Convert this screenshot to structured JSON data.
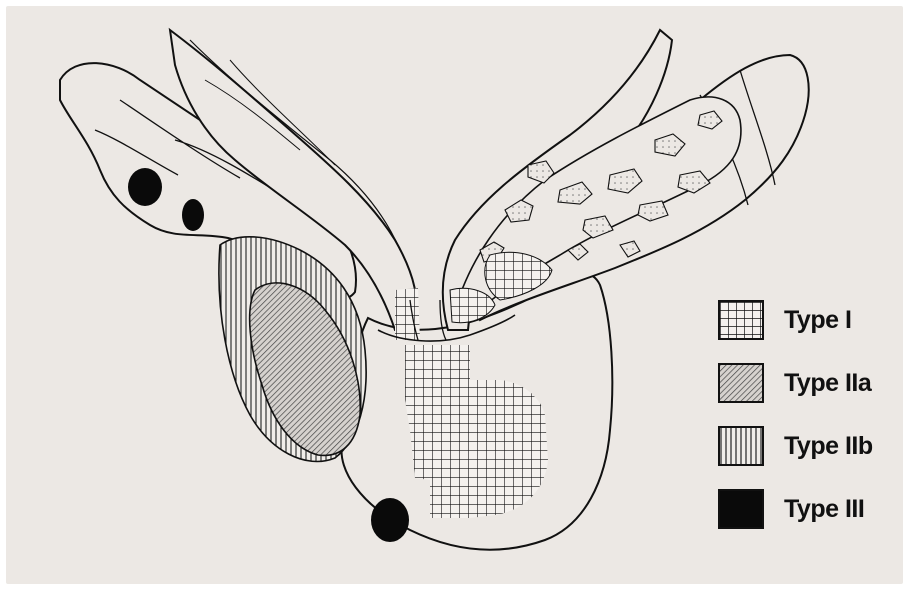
{
  "legend": {
    "items": [
      {
        "label": "Type I",
        "pattern": "grid"
      },
      {
        "label": "Type IIa",
        "pattern": "diagonal"
      },
      {
        "label": "Type IIb",
        "pattern": "vertical"
      },
      {
        "label": "Type III",
        "pattern": "solid"
      }
    ]
  },
  "colors": {
    "background": "#ece8e4",
    "ink": "#111111"
  }
}
